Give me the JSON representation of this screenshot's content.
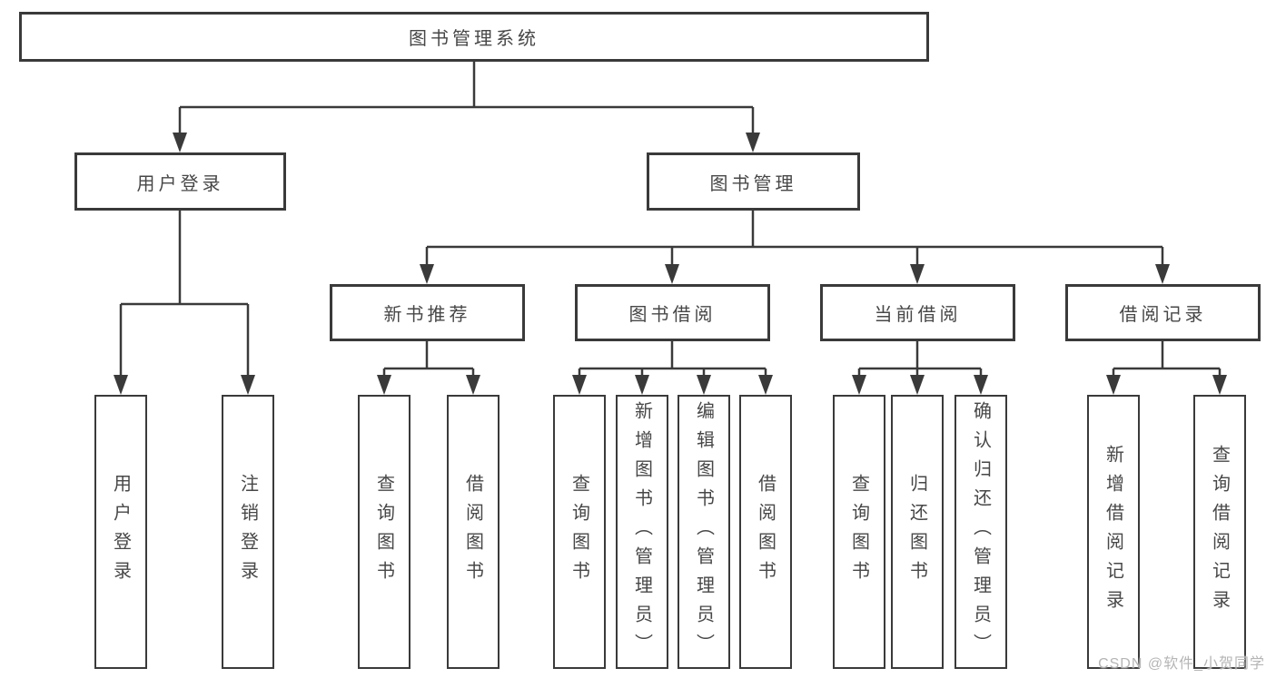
{
  "tree": {
    "root": "图书管理系统",
    "level2": [
      {
        "label": "用户登录",
        "leaves": [
          "用户登录",
          "注销登录"
        ]
      },
      {
        "label": "图书管理",
        "level3": [
          {
            "label": "新书推荐",
            "leaves": [
              "查询图书",
              "借阅图书"
            ]
          },
          {
            "label": "图书借阅",
            "leaves": [
              "查询图书",
              "新增图书（管理员）",
              "编辑图书（管理员）",
              "借阅图书"
            ]
          },
          {
            "label": "当前借阅",
            "leaves": [
              "查询图书",
              "归还图书",
              "确认归还（管理员）"
            ]
          },
          {
            "label": "借阅记录",
            "leaves": [
              "新增借阅记录",
              "查询借阅记录"
            ]
          }
        ]
      }
    ]
  },
  "watermark": "CSDN @软件_小贺同学",
  "colors": {
    "line": "#3a3a3a",
    "text": "#474747",
    "background": "#ffffff",
    "watermark": "#b5b5b5"
  }
}
